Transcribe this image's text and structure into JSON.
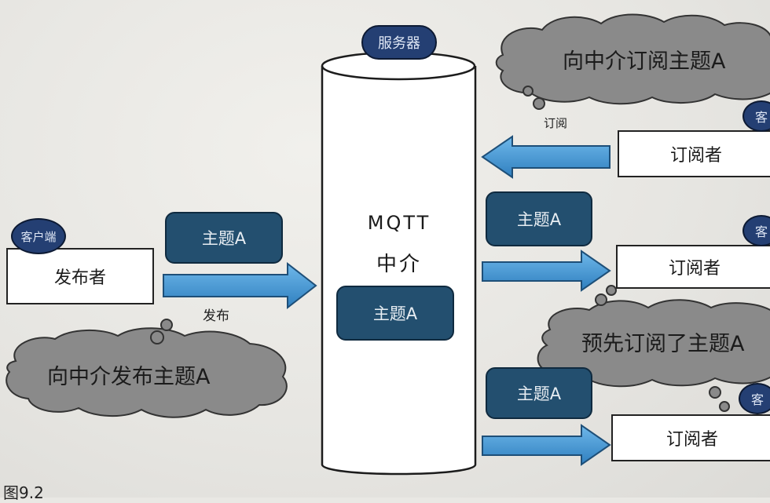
{
  "server": {
    "badge": "服务器",
    "title_line1": "MQTT",
    "title_line2": "中介",
    "topic": "主题A"
  },
  "publisher": {
    "badge": "客户端",
    "label": "发布者",
    "topic": "主题A",
    "action": "发布",
    "thought": "向中介发布主题A"
  },
  "subscribers": [
    {
      "badge": "客",
      "label": "订阅者",
      "action": "订阅",
      "thought": "向中介订阅主题A"
    },
    {
      "badge": "客",
      "label": "订阅者",
      "topic": "主题A",
      "thought": "预先订阅了主题A"
    },
    {
      "badge": "客",
      "label": "订阅者",
      "topic": "主题A"
    }
  ],
  "caption": "图9.2",
  "colors": {
    "topic": "#234f6f",
    "arrow": "#3d93d1",
    "cloud": "#8a8a8a",
    "badge": "#243f73"
  }
}
